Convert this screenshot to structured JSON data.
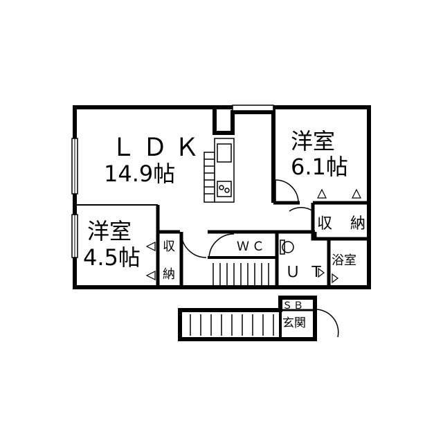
{
  "rooms": {
    "ldk": {
      "name": "ＬＤＫ",
      "size": "14.9帖"
    },
    "western_a": {
      "name": "洋室",
      "size": "6.1帖"
    },
    "western_b": {
      "name": "洋室",
      "size": "4.5帖"
    },
    "storage_a": {
      "l1": "収",
      "l2": "納"
    },
    "storage_b": {
      "l1": "収",
      "l2": "納"
    },
    "wc": "ＷＣ",
    "ut": "ＵＴ",
    "bath": "浴室",
    "sb": "ＳＢ",
    "entrance": "玄関"
  }
}
